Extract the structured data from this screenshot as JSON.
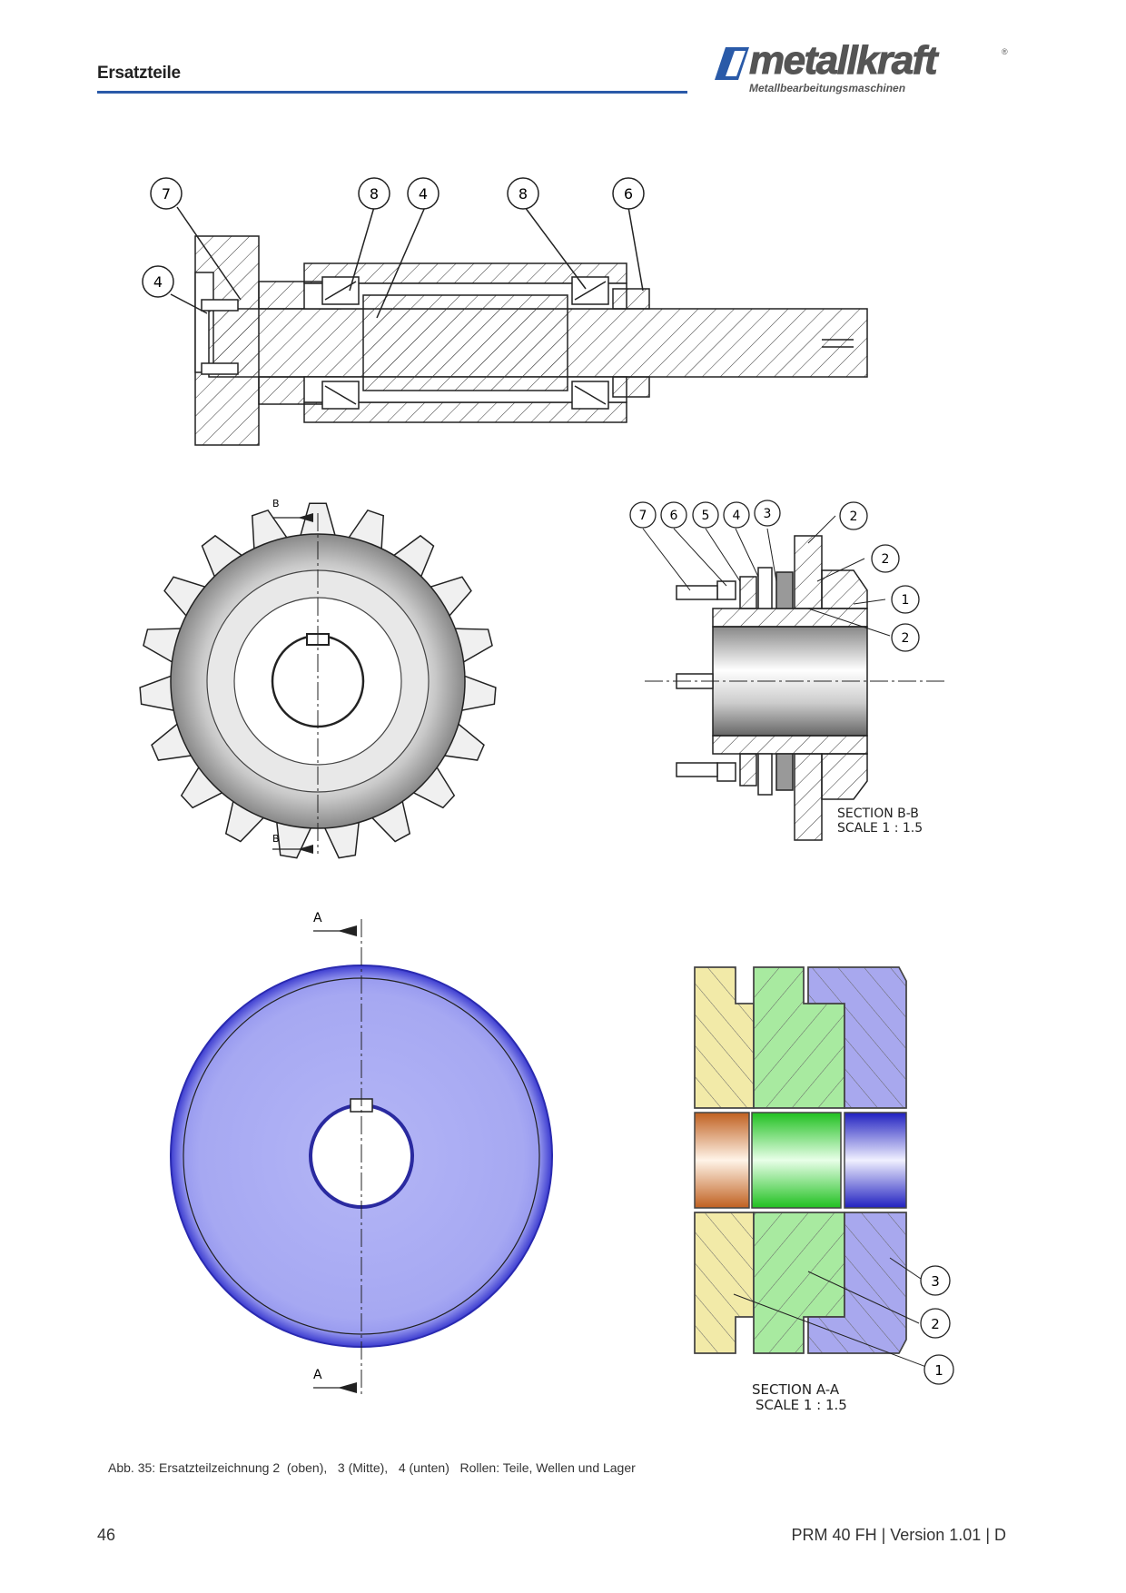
{
  "header": {
    "section_title": "Ersatzteile",
    "logo_text": "metallkraft",
    "logo_subtitle": "Metallbearbeitungsmaschinen",
    "logo_reg": "®"
  },
  "drawing_top": {
    "balloons": [
      "7",
      "8",
      "4",
      "8",
      "6",
      "4"
    ]
  },
  "drawing_middle": {
    "section_marks": [
      "B",
      "B"
    ],
    "balloons": [
      "7",
      "6",
      "5",
      "4",
      "3",
      "2",
      "2",
      "1",
      "2"
    ],
    "section_title": "SECTION B-B",
    "section_scale": "SCALE 1 : 1.5"
  },
  "drawing_bottom": {
    "section_marks": [
      "A",
      "A"
    ],
    "balloons": [
      "3",
      "2",
      "1"
    ],
    "section_title": "SECTION A-A",
    "section_scale": "SCALE 1 : 1.5",
    "colors": {
      "part1": "#f2eaa8",
      "part2": "#a8eaa0",
      "part3": "#a8a8ee",
      "wheel": "#a8aaf2",
      "wheel_rim": "#4a4ad8"
    }
  },
  "caption": "Abb. 35: Ersatzteilzeichnung 2  (oben),   3 (Mitte),   4 (unten)   Rollen: Teile, Wellen und Lager",
  "footer": {
    "page_number": "46",
    "doc_info": "PRM 40 FH | Version 1.01 | D"
  }
}
